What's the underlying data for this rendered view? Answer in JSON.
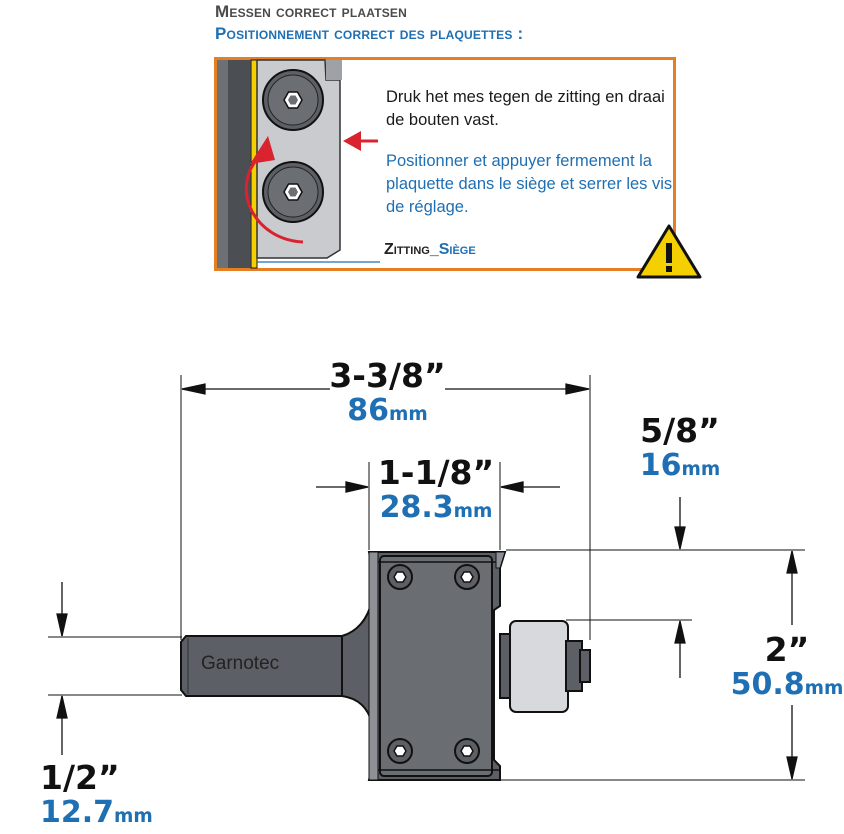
{
  "header": {
    "title_nl": "Messen correct plaatsen",
    "title_fr": "Positionnement correct des plaquettes :"
  },
  "instructions": {
    "nl": "Druk het mes tegen de zitting en draai de bouten vast.",
    "fr": "Positionner et appuyer fermement la plaquette dans le siège et serrer les vis de réglage."
  },
  "seat_label": {
    "nl": "Zitting",
    "separator": "_",
    "fr": "Siège"
  },
  "dimensions": {
    "overall_length": {
      "inch": "3-3/8”",
      "mm_value": "86",
      "mm_unit": "mm"
    },
    "cutting_length": {
      "inch": "1-1/8”",
      "mm_value": "28.3",
      "mm_unit": "mm"
    },
    "bearing_offset": {
      "inch": "5/8”",
      "mm_value": "16",
      "mm_unit": "mm"
    },
    "cutting_diameter": {
      "inch": "2”",
      "mm_value": "50.8",
      "mm_unit": "mm"
    },
    "shank_diameter": {
      "inch": "1/2”",
      "mm_value": "12.7",
      "mm_unit": "mm"
    }
  },
  "brand": "Garnotec",
  "colors": {
    "accent_blue": "#1e6fb3",
    "panel_border": "#e67e22",
    "arrow_red": "#d9232e",
    "warning_yellow": "#f5d000",
    "tool_gray": "#5c6066"
  },
  "icons": [
    "warning-icon",
    "hex-bolt-icon",
    "red-arrow-icon"
  ]
}
